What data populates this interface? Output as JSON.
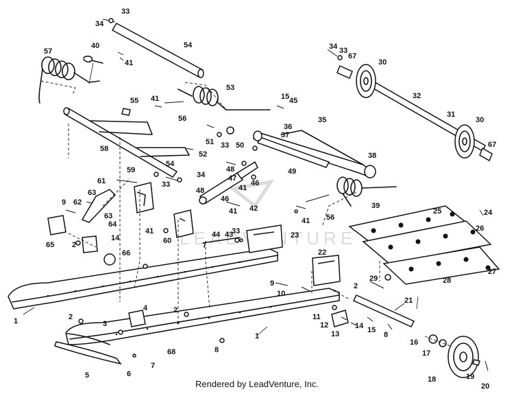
{
  "footer": {
    "credit": "Rendered by LeadVenture, Inc."
  },
  "watermark": {
    "text": "LEADVENTURE"
  },
  "callouts": {
    "c1a": "1",
    "c1b": "1",
    "c2a": "2",
    "c2b": "2",
    "c2c": "2",
    "c2d": "2",
    "c3": "3",
    "c4": "4",
    "c5": "5",
    "c6": "6",
    "c7": "7",
    "c8a": "8",
    "c8b": "8",
    "c9a": "9",
    "c9b": "9",
    "c10": "10",
    "c11": "11",
    "c12": "12",
    "c13": "13",
    "c14a": "14",
    "c14b": "14",
    "c15a": "15",
    "c15b": "15",
    "c16": "16",
    "c17": "17",
    "c18": "18",
    "c19": "19",
    "c20": "20",
    "c21": "21",
    "c22": "22",
    "c23": "23",
    "c24": "24",
    "c25": "25",
    "c26": "26",
    "c27": "27",
    "c28": "28",
    "c29": "29",
    "c30a": "30",
    "c30b": "30",
    "c31": "31",
    "c32": "32",
    "c33a": "33",
    "c33b": "33",
    "c33c": "33",
    "c33d": "33",
    "c33e": "33",
    "c34a": "34",
    "c34b": "34",
    "c34c": "34",
    "c35": "35",
    "c36": "36",
    "c37": "37",
    "c38": "38",
    "c39": "39",
    "c40": "40",
    "c41a": "41",
    "c41b": "41",
    "c41c": "41",
    "c41d": "41",
    "c41e": "41",
    "c41f": "41",
    "c42": "42",
    "c43": "43",
    "c44": "44",
    "c45": "45",
    "c46a": "46",
    "c46b": "46",
    "c47": "47",
    "c48a": "48",
    "c48b": "48",
    "c49": "49",
    "c50": "50",
    "c51": "51",
    "c52": "52",
    "c53": "53",
    "c54a": "54",
    "c54b": "54",
    "c55": "55",
    "c56a": "56",
    "c56b": "56",
    "c57": "57",
    "c58": "58",
    "c59": "59",
    "c60": "60",
    "c61": "61",
    "c62": "62",
    "c63a": "63",
    "c63b": "63",
    "c64": "64",
    "c65": "65",
    "c66": "66",
    "c67a": "67",
    "c67b": "67",
    "c68": "68"
  }
}
